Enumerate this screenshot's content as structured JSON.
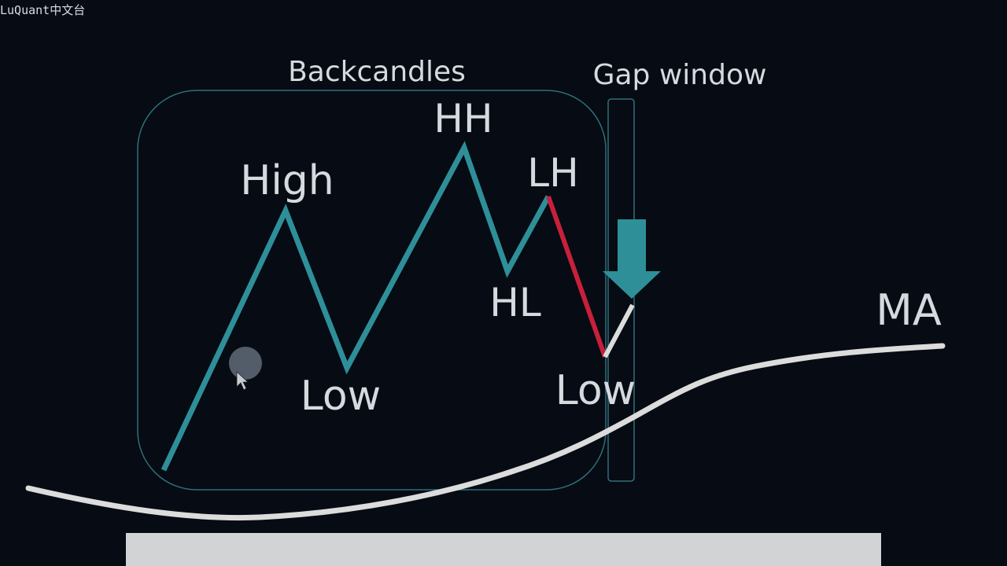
{
  "watermark": "LuQuant中文台",
  "labels": {
    "backcandles": "Backcandles",
    "gap_window": "Gap window",
    "high": "High",
    "low_1": "Low",
    "hh": "HH",
    "hl": "HL",
    "lh": "LH",
    "low_2": "Low",
    "ma": "MA"
  },
  "colors": {
    "background": "#060b14",
    "price_line": "#2e8f99",
    "down_leg": "#c8203a",
    "ma_line": "#dcdcdc",
    "arrow": "#2e8f99",
    "box_border": "#2f6f7a",
    "bottom_bar": "#d2d3d5"
  },
  "icons": {
    "down_arrow": "down-arrow-icon",
    "cursor": "mouse-cursor-icon"
  }
}
